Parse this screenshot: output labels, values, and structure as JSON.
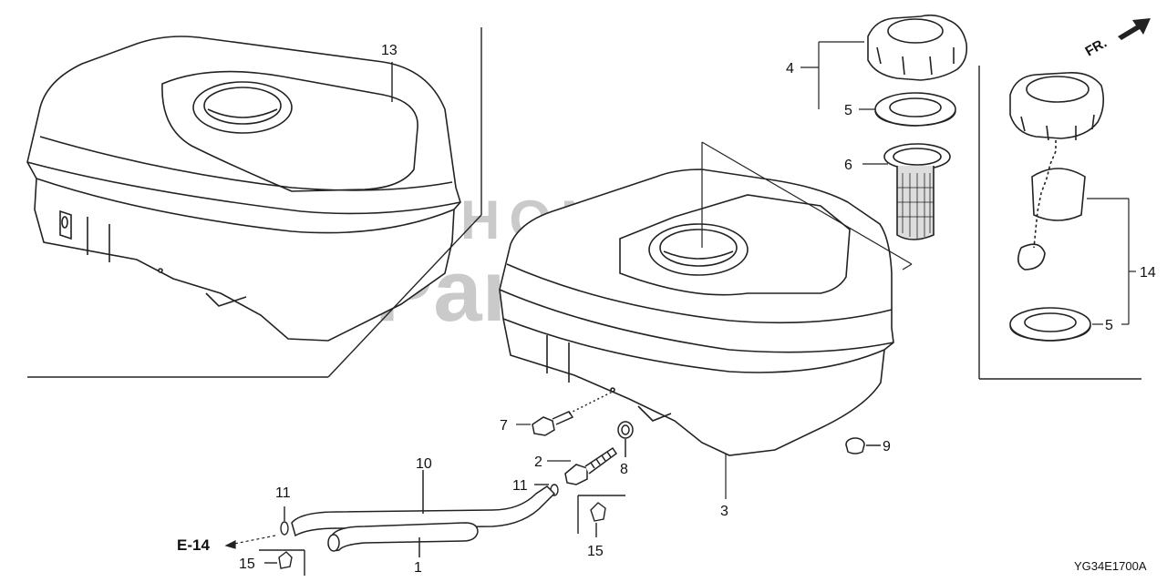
{
  "watermark": {
    "line1": "HONDA",
    "line2": "PartsTree",
    "tm": "™"
  },
  "direction_marker": "FR.",
  "reference": {
    "label": "E-14"
  },
  "diagram_code": "YG34E1700A",
  "callouts": {
    "c13": "13",
    "c4": "4",
    "c5a": "5",
    "c6": "6",
    "c14": "14",
    "c5b": "5",
    "c7": "7",
    "c2": "2",
    "c8": "8",
    "c9": "9",
    "c11a": "11",
    "c11b": "11",
    "c10": "10",
    "c3": "3",
    "c15a": "15",
    "c15b": "15",
    "c1": "1"
  }
}
